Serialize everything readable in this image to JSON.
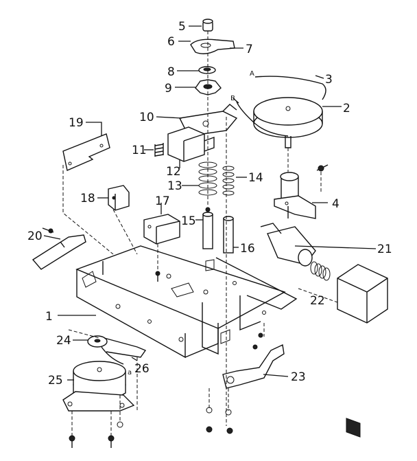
{
  "callouts": [
    {
      "id": "c1",
      "text": "1"
    },
    {
      "id": "c2",
      "text": "2"
    },
    {
      "id": "c3",
      "text": "3"
    },
    {
      "id": "c4",
      "text": "4"
    },
    {
      "id": "c5",
      "text": "5"
    },
    {
      "id": "c6",
      "text": "6"
    },
    {
      "id": "c7",
      "text": "7"
    },
    {
      "id": "c8",
      "text": "8"
    },
    {
      "id": "c9",
      "text": "9"
    },
    {
      "id": "c10",
      "text": "10"
    },
    {
      "id": "c11",
      "text": "11"
    },
    {
      "id": "c12",
      "text": "12"
    },
    {
      "id": "c13",
      "text": "13"
    },
    {
      "id": "c14",
      "text": "14"
    },
    {
      "id": "c15",
      "text": "15"
    },
    {
      "id": "c16",
      "text": "16"
    },
    {
      "id": "c17",
      "text": "17"
    },
    {
      "id": "c18",
      "text": "18"
    },
    {
      "id": "c19",
      "text": "19"
    },
    {
      "id": "c20",
      "text": "20"
    },
    {
      "id": "c21",
      "text": "21"
    },
    {
      "id": "c22",
      "text": "22"
    },
    {
      "id": "c23",
      "text": "23"
    },
    {
      "id": "c24",
      "text": "24"
    },
    {
      "id": "c25",
      "text": "25"
    },
    {
      "id": "c26",
      "text": "26"
    }
  ],
  "connection_marks": {
    "a": "A",
    "b": "B",
    "a_lower": "a"
  }
}
